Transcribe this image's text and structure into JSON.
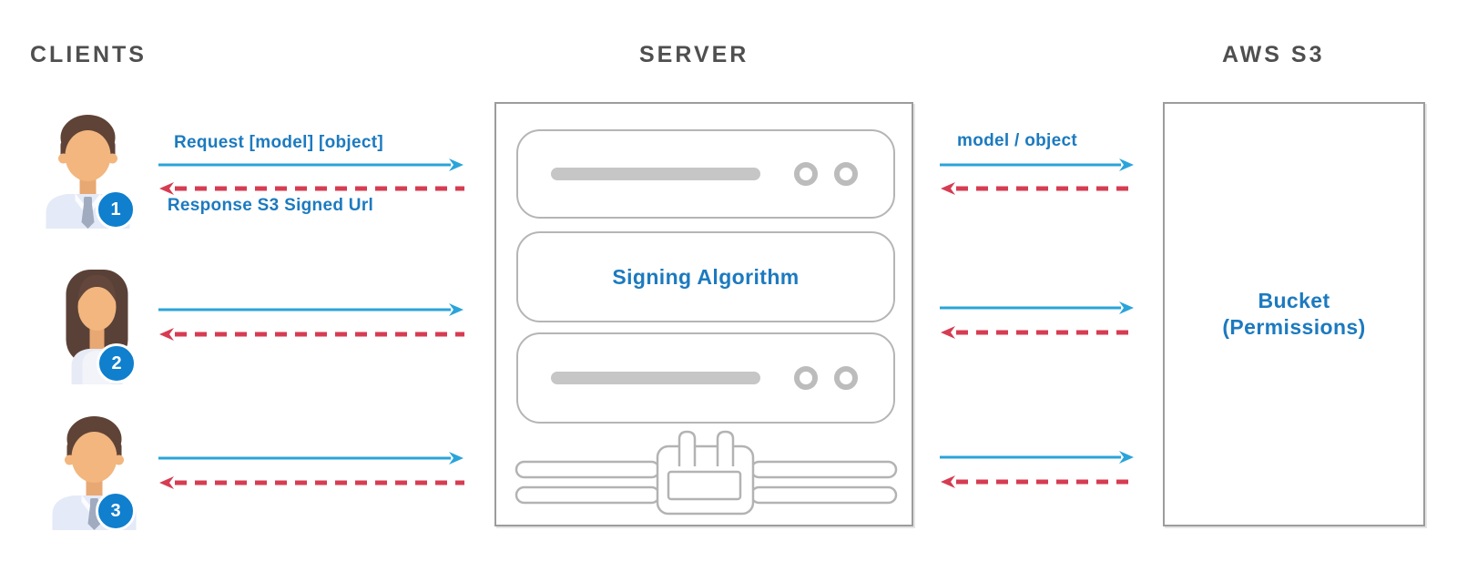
{
  "headers": {
    "clients": "CLIENTS",
    "server": "SERVER",
    "aws_s3": "AWS S3"
  },
  "clients": [
    {
      "badge": "1",
      "type": "man"
    },
    {
      "badge": "2",
      "type": "woman"
    },
    {
      "badge": "3",
      "type": "man"
    }
  ],
  "flow_labels": {
    "request": "Request [model] [object]",
    "response": "Response S3 Signed Url",
    "model_object": "model / object"
  },
  "server_box": {
    "signing_algorithm": "Signing Algorithm"
  },
  "aws_box": {
    "bucket_title": "Bucket",
    "bucket_subtitle": "(Permissions)"
  },
  "colors": {
    "arrow_blue": "#2aa4da",
    "arrow_red": "#d63c52",
    "label_blue": "#1c7abf",
    "header_gray": "#4f4f4f",
    "badge_blue": "#0f7fce",
    "box_border_gray": "#9c9c9c",
    "inner_border_gray": "#b5b5b5",
    "detail_gray": "#c6c6c6"
  }
}
